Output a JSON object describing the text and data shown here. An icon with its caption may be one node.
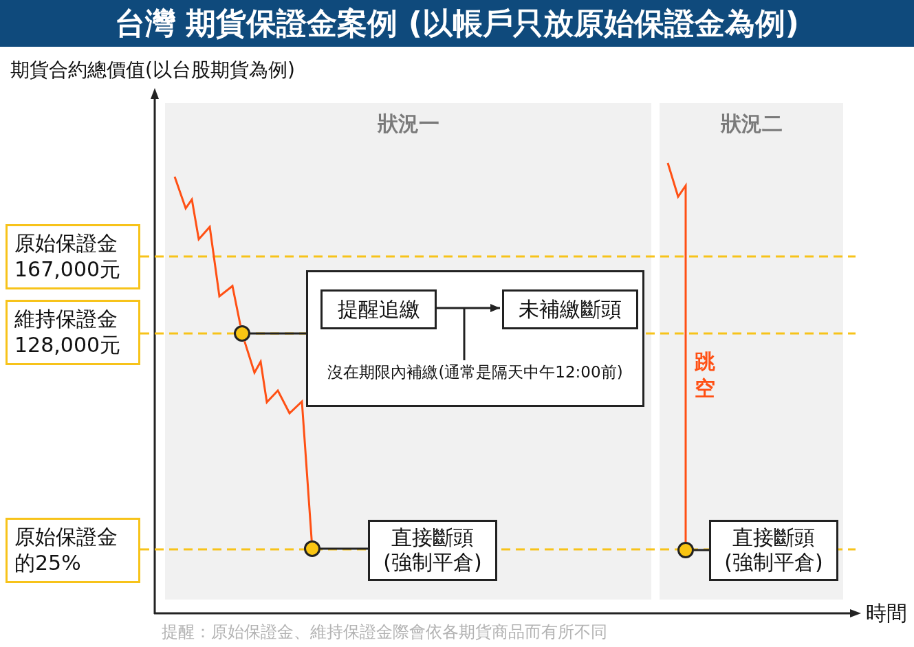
{
  "diagram": {
    "title": "台灣 期貨保證金案例 (以帳戶只放原始保證金為例)",
    "nodes": [
      {
        "text": [
          "原始保證金",
          "167,000元"
        ]
      },
      {
        "text": [
          "維持保證金",
          "128,000元"
        ]
      },
      {
        "text": [
          "原始保證金的25%"
        ]
      },
      {
        "text": [
          "狀況一"
        ]
      },
      {
        "text": [],
        "shape": "circle",
        "in": 3
      },
      {
        "text": [],
        "shape": "box",
        "in": 3
      },
      {
        "text": [
          "提醒追繳"
        ],
        "in": 5
      },
      {
        "text": [
          "未補繳斷頭"
        ],
        "in": 5
      },
      {
        "text": [],
        "shape": "circle",
        "in": 3
      },
      {
        "text": [
          "直接斷頭(強制平倉)"
        ],
        "in": 3
      },
      {
        "text": [
          "狀況二"
        ]
      },
      {
        "text": [],
        "shape": "circle",
        "in": 10
      },
      {
        "text": [
          "直接斷頭(強制平倉)"
        ],
        "in": 10
      }
    ],
    "edges": [
      {
        "from": null,
        "to": 4,
        "arrow": "none",
        "color": "#ff5014"
      },
      {
        "from": 4,
        "to": 5,
        "arrow": "none"
      },
      {
        "from": 6,
        "to": 7,
        "arrow": "to",
        "label": "沒在期限內補繳(通常是隔天中午12:00前)"
      },
      {
        "from": 4,
        "to": 8,
        "arrow": "none",
        "color": "#ff5014"
      },
      {
        "from": 8,
        "to": 9,
        "arrow": "none"
      },
      {
        "from": null,
        "to": 11,
        "arrow": "none",
        "color": "#ff5014",
        "label": "跳空"
      },
      {
        "from": 11,
        "to": 12,
        "arrow": "none"
      },
      {
        "from": 0,
        "to": null,
        "arrow": "none",
        "style": "dashed",
        "color": "#f7c31a"
      },
      {
        "from": 1,
        "to": null,
        "arrow": "none",
        "style": "dashed",
        "color": "#f7c31a"
      },
      {
        "from": 2,
        "to": null,
        "arrow": "none",
        "style": "dashed",
        "color": "#f7c31a"
      }
    ],
    "labels": [
      "期貨合約總價值(以台股期貨為例)",
      "時間",
      "提醒：原始保證金、維持保證金際會依各期貨商品而有所不同"
    ]
  }
}
